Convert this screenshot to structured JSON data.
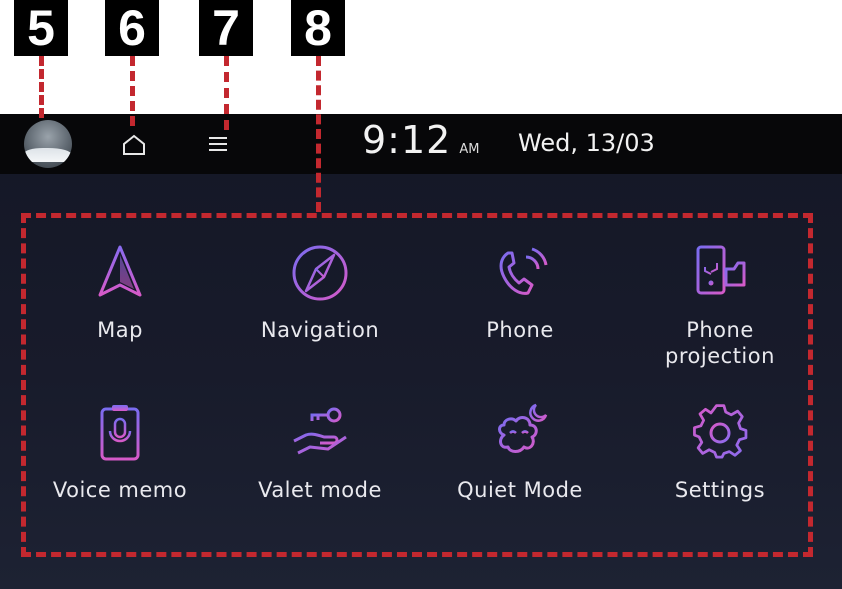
{
  "callouts": [
    "5",
    "6",
    "7",
    "8"
  ],
  "status_bar": {
    "time": "9:12",
    "ampm": "AM",
    "date": "Wed, 13/03",
    "icons": [
      "profile-avatar",
      "home-icon",
      "menu-icon"
    ]
  },
  "apps": [
    {
      "label": "Map",
      "icon": "map-arrow-icon"
    },
    {
      "label": "Navigation",
      "icon": "compass-icon"
    },
    {
      "label": "Phone",
      "icon": "phone-icon"
    },
    {
      "label": "Phone\nprojection",
      "icon": "phone-projection-icon"
    },
    {
      "label": "Voice memo",
      "icon": "voice-memo-icon"
    },
    {
      "label": "Valet mode",
      "icon": "valet-icon"
    },
    {
      "label": "Quiet Mode",
      "icon": "quiet-mode-icon"
    },
    {
      "label": "Settings",
      "icon": "gear-icon"
    }
  ],
  "colors": {
    "callout_bg": "#000000",
    "callout_line": "#c3282f",
    "frame": "#c3282f",
    "icon_purple": "#8b63e8",
    "icon_pink": "#d65ac8",
    "screen_bg": "#161928"
  }
}
